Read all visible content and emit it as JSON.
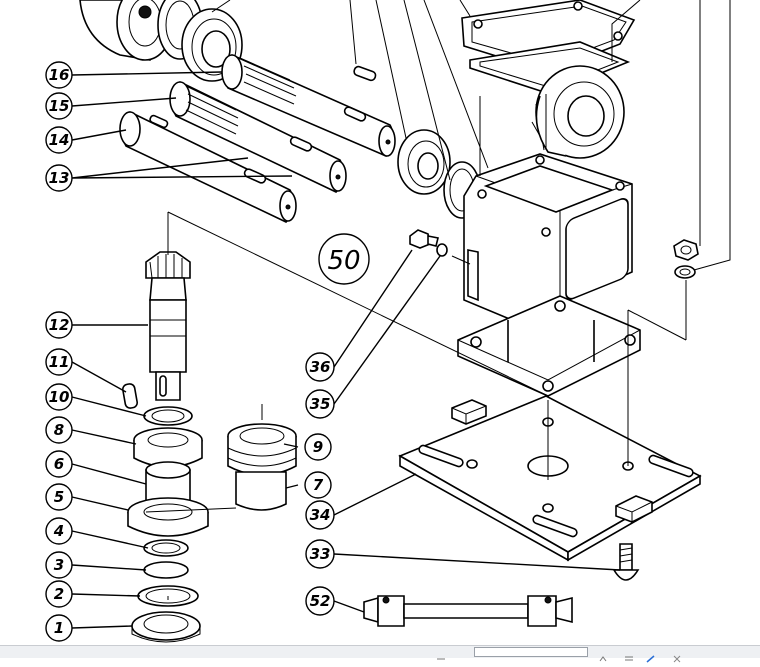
{
  "diagram": {
    "title_number": "50",
    "callouts": [
      {
        "id": "c16",
        "label": "16"
      },
      {
        "id": "c15",
        "label": "15"
      },
      {
        "id": "c14",
        "label": "14"
      },
      {
        "id": "c13",
        "label": "13"
      },
      {
        "id": "c12",
        "label": "12"
      },
      {
        "id": "c11",
        "label": "11"
      },
      {
        "id": "c10",
        "label": "10"
      },
      {
        "id": "c8",
        "label": "8"
      },
      {
        "id": "c6",
        "label": "6"
      },
      {
        "id": "c5",
        "label": "5"
      },
      {
        "id": "c4",
        "label": "4"
      },
      {
        "id": "c3",
        "label": "3"
      },
      {
        "id": "c2",
        "label": "2"
      },
      {
        "id": "c1",
        "label": "1"
      },
      {
        "id": "c9",
        "label": "9"
      },
      {
        "id": "c7",
        "label": "7"
      },
      {
        "id": "c36",
        "label": "36"
      },
      {
        "id": "c35",
        "label": "35"
      },
      {
        "id": "c34",
        "label": "34"
      },
      {
        "id": "c33",
        "label": "33"
      },
      {
        "id": "c52",
        "label": "52"
      }
    ]
  },
  "footer": {
    "search_placeholder": ""
  }
}
